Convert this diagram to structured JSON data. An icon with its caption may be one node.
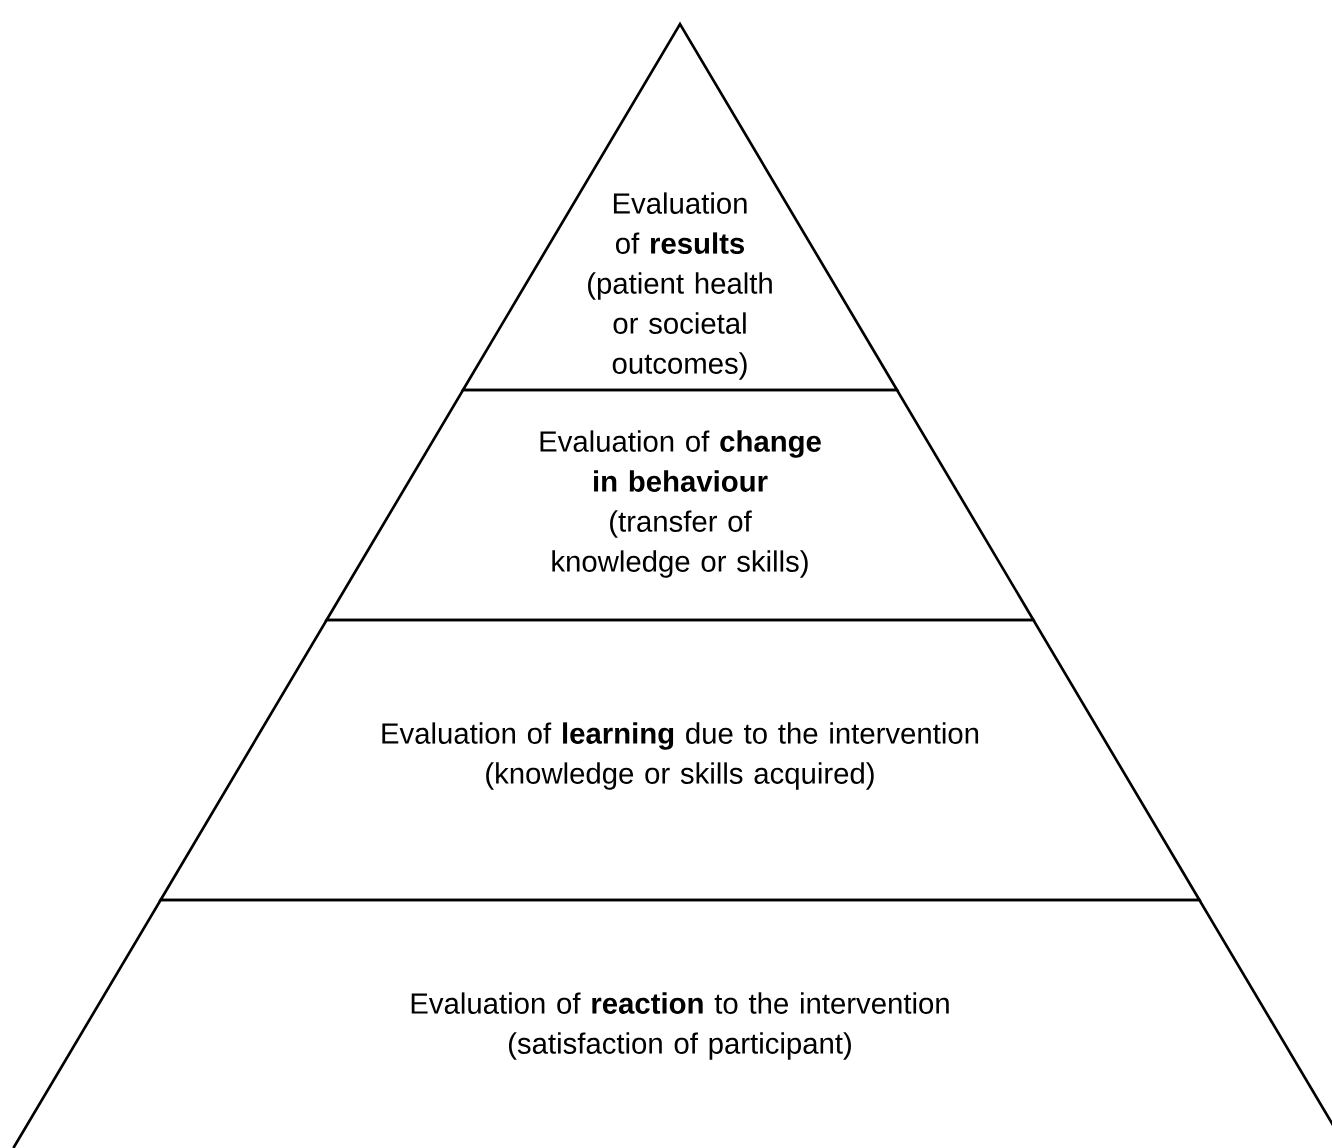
{
  "diagram": {
    "nodes": [
      {
        "text": [
          "Evaluation of **results**",
          "(patient health or societal outcomes)"
        ]
      },
      {
        "text": [
          "Evaluation of **change in behaviour**",
          "(transfer of knowledge or skills)"
        ]
      },
      {
        "text": [
          "Evaluation of **learning** due to the intervention",
          "(knowledge or skills acquired)"
        ]
      },
      {
        "text": [
          "Evaluation of **reaction** to the intervention",
          "(satisfaction of participant)"
        ]
      }
    ]
  }
}
